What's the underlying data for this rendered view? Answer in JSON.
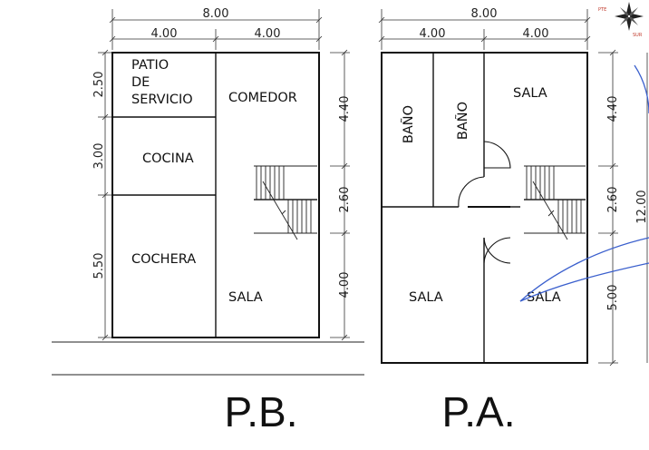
{
  "dimensions": {
    "pb_total_width": "8.00",
    "pb_half_left": "4.00",
    "pb_half_right": "4.00",
    "pb_left_1": "2.50",
    "pb_left_2": "3.00",
    "pb_left_3": "5.50",
    "pb_right_1": "4.40",
    "pb_right_2": "2.60",
    "pb_right_3": "4.00",
    "pa_total_width": "8.00",
    "pa_half_left": "4.00",
    "pa_half_right": "4.00",
    "pa_right_1": "4.40",
    "pa_right_2": "2.60",
    "pa_right_3": "5.00",
    "pa_total_height": "12.00"
  },
  "planta_baja": {
    "title": "P.B.",
    "rooms": {
      "patio_line1": "PATIO",
      "patio_line2": "DE",
      "patio_line3": "SERVICIO",
      "comedor": "COMEDOR",
      "cocina": "COCINA",
      "cochera": "COCHERA",
      "sala": "SALA"
    }
  },
  "planta_alta": {
    "title": "P.A.",
    "rooms": {
      "bano_1": "BAÑO",
      "bano_2": "BAÑO",
      "sala_top": "SALA",
      "sala_left": "SALA",
      "sala_right": "SALA"
    }
  },
  "compass": {
    "top_label": "PTE",
    "bottom_label": "SUR"
  }
}
